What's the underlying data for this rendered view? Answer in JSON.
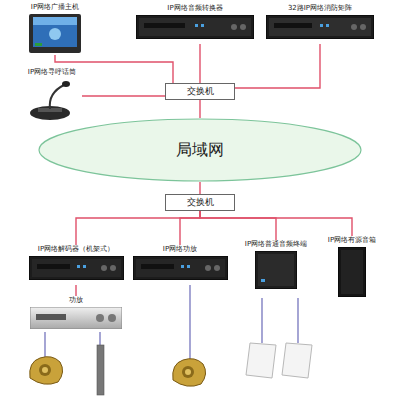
{
  "diagram": {
    "nodes": [
      {
        "text": [
          "IP网络广播主机"
        ]
      },
      {
        "text": [
          "IP网络音频转换器"
        ]
      },
      {
        "text": [
          "32路IP网络消防矩阵"
        ]
      },
      {
        "text": [
          "IP网络寻呼话筒"
        ]
      },
      {
        "text": [
          "交换机"
        ]
      },
      {
        "text": [
          "局域网"
        ]
      },
      {
        "text": [
          "交换机"
        ]
      },
      {
        "text": [
          "IP网络解码器（机架式）"
        ]
      },
      {
        "text": [
          "IP网络功放"
        ]
      },
      {
        "text": [
          "IP网络普通音频终端"
        ]
      },
      {
        "text": [
          "IP网络有源音箱"
        ]
      },
      {
        "text": [
          "功放"
        ]
      }
    ],
    "edges": [
      {
        "from": 0,
        "to": 4,
        "arrow": "none"
      },
      {
        "from": 1,
        "to": 4,
        "arrow": "none"
      },
      {
        "from": 2,
        "to": 4,
        "arrow": "none"
      },
      {
        "from": 3,
        "to": 4,
        "arrow": "none"
      },
      {
        "from": 4,
        "to": 5,
        "arrow": "none"
      },
      {
        "from": 5,
        "to": 6,
        "arrow": "none"
      },
      {
        "from": 6,
        "to": 7,
        "arrow": "none"
      },
      {
        "from": 6,
        "to": 8,
        "arrow": "none"
      },
      {
        "from": 6,
        "to": 9,
        "arrow": "none"
      },
      {
        "from": 6,
        "to": 10,
        "arrow": "none"
      },
      {
        "from": 7,
        "to": 11,
        "arrow": "none"
      }
    ]
  }
}
